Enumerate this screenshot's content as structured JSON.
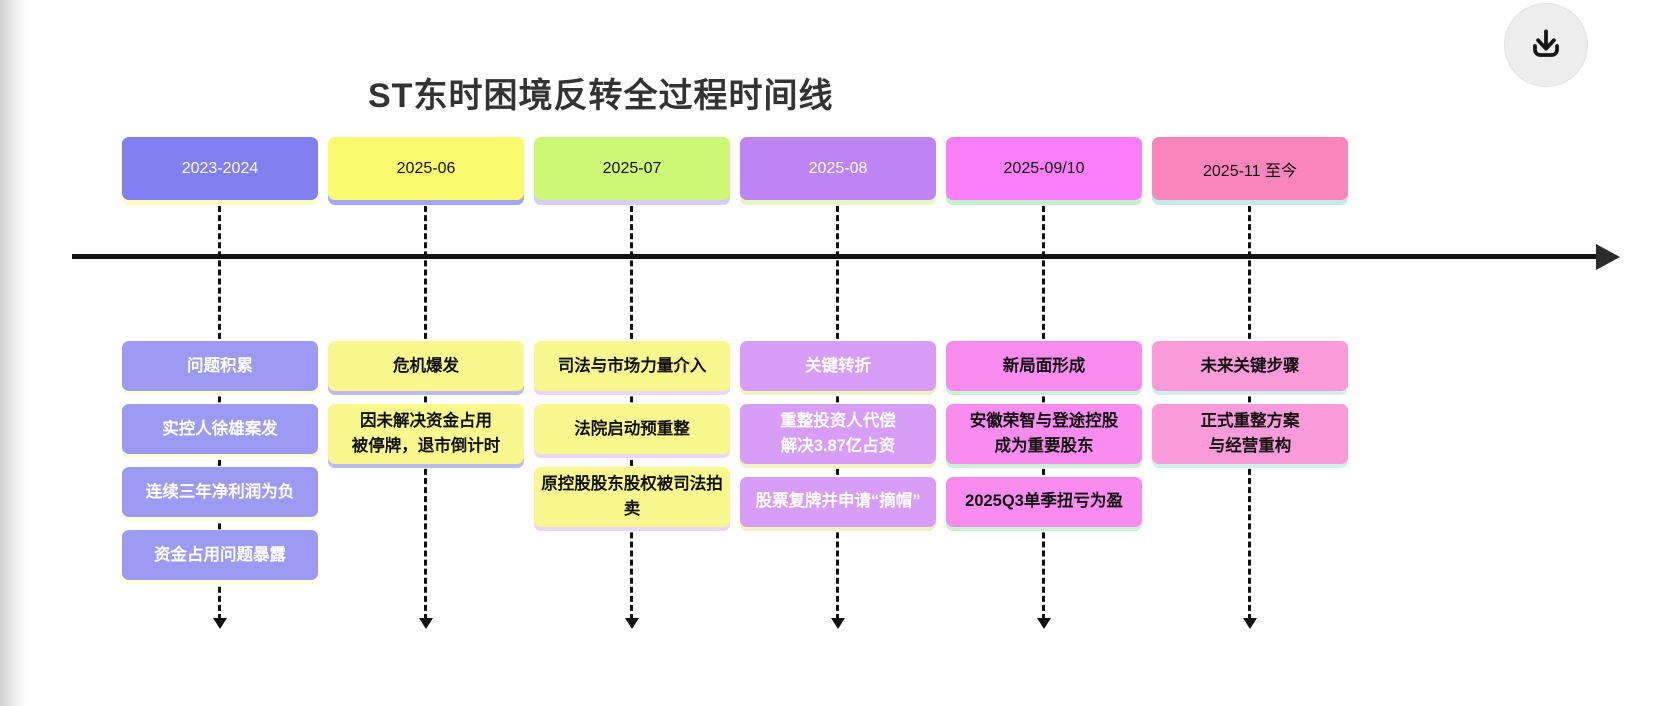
{
  "page": {
    "title": "ST东时困境反转全过程时间线"
  },
  "axis": {
    "color": "#131313"
  },
  "timeline": {
    "columns": [
      {
        "period": "2023-2024",
        "colors": {
          "header_bg": "#817ff1",
          "header_text": "#ffffff",
          "header_accent": "#fcfcc0",
          "box_bg": "#9c9af3",
          "box_text": "#ffffff",
          "box_accent": "#fdfdd8"
        },
        "events": [
          "问题积累",
          "实控人徐雄案发",
          "连续三年净利润为负",
          "资金占用问题暴露"
        ]
      },
      {
        "period": "2025-06",
        "colors": {
          "header_bg": "#fafa6e",
          "header_text": "#111111",
          "header_accent": "#a6a6f2",
          "box_bg": "#f9f88e",
          "box_text": "#111111",
          "box_accent": "#bdbaf2"
        },
        "events": [
          "危机爆发",
          "因未解决资金占用\n被停牌，退市倒计时"
        ]
      },
      {
        "period": "2025-07",
        "colors": {
          "header_bg": "#cdf875",
          "header_text": "#111111",
          "header_accent": "#d6cdf5",
          "box_bg": "#f9f88e",
          "box_text": "#111111",
          "box_accent": "#ead9f6"
        },
        "events": [
          "司法与市场力量介入",
          "法院启动预重整",
          "原控股股东股权被司法拍卖"
        ]
      },
      {
        "period": "2025-08",
        "colors": {
          "header_bg": "#bc84f4",
          "header_text": "#ffffff",
          "header_accent": "#e7f5c3",
          "box_bg": "#d89ef7",
          "box_text": "#ffffff",
          "box_accent": "#f2f0c5"
        },
        "events": [
          "关键转折",
          "重整投资人代偿\n解决3.87亿占资",
          "股票复牌并申请“摘帽”"
        ]
      },
      {
        "period": "2025-09/10",
        "colors": {
          "header_bg": "#fa7ef8",
          "header_text": "#111111",
          "header_accent": "#c4f0cb",
          "box_bg": "#fa8cf0",
          "box_text": "#111111",
          "box_accent": "#cdf0d4"
        },
        "events": [
          "新局面形成",
          "安徽荣智与登途控股\n成为重要股东",
          "2025Q3单季扭亏为盈"
        ]
      },
      {
        "period": "2025-11 至今",
        "colors": {
          "header_bg": "#fa84bc",
          "header_text": "#111111",
          "header_accent": "#c5ebe5",
          "box_bg": "#fb9bd9",
          "box_text": "#111111",
          "box_accent": "#d2efe9"
        },
        "events": [
          "未来关键步骤",
          "正式重整方案\n与经营重构"
        ]
      }
    ]
  }
}
